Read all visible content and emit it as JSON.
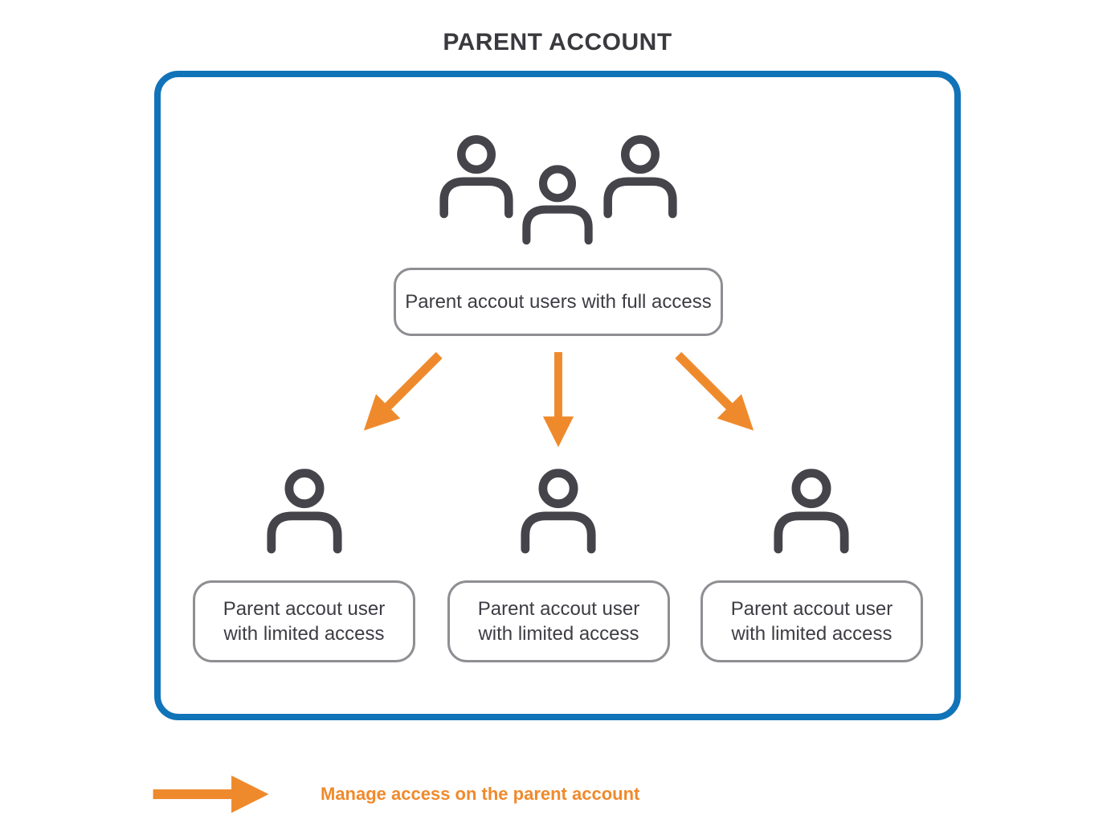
{
  "title": "PARENT ACCOUNT",
  "diagram": {
    "root": {
      "label": "Parent accout users with full access",
      "icon": "users-group-icon"
    },
    "children": [
      {
        "icon": "user-icon",
        "lines": [
          "Parent accout user",
          "with limited access"
        ]
      },
      {
        "icon": "user-icon",
        "lines": [
          "Parent accout user",
          "with limited access"
        ]
      },
      {
        "icon": "user-icon",
        "lines": [
          "Parent accout user",
          "with limited access"
        ]
      }
    ],
    "arrows": [
      "arrow-down-left-icon",
      "arrow-down-icon",
      "arrow-down-right-icon"
    ]
  },
  "legend": {
    "icon": "arrow-right-icon",
    "label": "Manage access on the parent account"
  },
  "colors": {
    "panel_border_blue": "#1173B8",
    "arrow_orange": "#EF8A2C",
    "icon_dark": "#46444B",
    "box_border_gray": "#8E8E93",
    "text_dark": "#3E3C43",
    "title_dark": "#3A393E"
  }
}
